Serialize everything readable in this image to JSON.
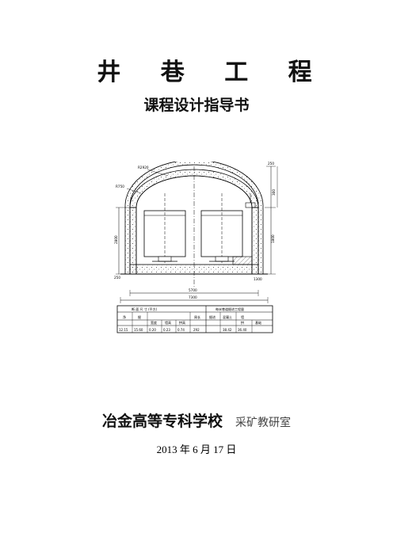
{
  "title": "井  巷  工  程",
  "subtitle": "课程设计指导书",
  "school": "冶金高等专科学校",
  "department": "采矿教研室",
  "date": "2013 年 6 月 17 日",
  "drawing": {
    "labels": {
      "r_main": "R2920",
      "r_side": "R750",
      "dim_left": "2800",
      "dim_right": "1800",
      "dim_bottom_total": "5700",
      "dim_bottom_outer": "7300",
      "dim_top_right": "250",
      "dim_small_right": "300",
      "dim_floor": "1300",
      "dim_track": "250"
    },
    "table": {
      "header_left": "断 面 尺 寸    (平方)",
      "header_right": "每米巷道掘进工程量",
      "cols_left": [
        "净",
        "掘",
        "宽度",
        "墙高",
        "拱高",
        "周长"
      ],
      "cols_right": [
        "掘进",
        "混凝土",
        "墙",
        "拱",
        "基础"
      ],
      "row": [
        "12.15",
        "15.60",
        "0.20",
        "0.23",
        "0.74",
        "292",
        "",
        "38.42",
        "36.40",
        ""
      ]
    }
  }
}
